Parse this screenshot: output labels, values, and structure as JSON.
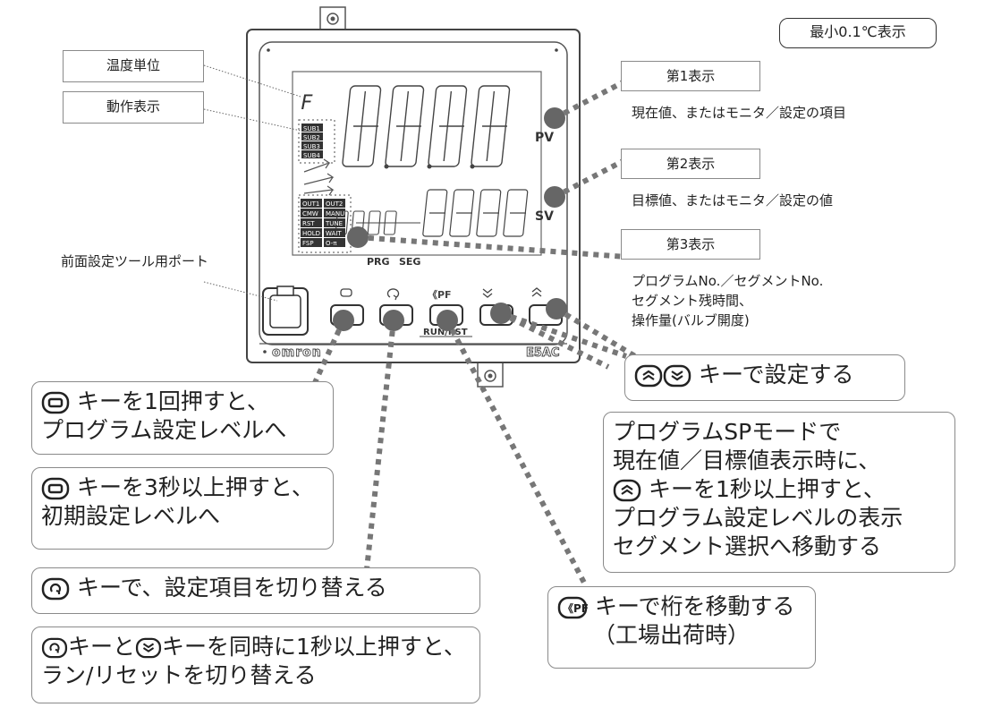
{
  "header_badge": "最小0.1℃表示",
  "label_temp_unit": "温度単位",
  "label_operation": "動作表示",
  "label_port": "前面設定ツール用ポート",
  "display_1": {
    "title": "第1表示",
    "desc": "現在値、またはモニタ／設定の項目"
  },
  "display_2": {
    "title": "第2表示",
    "desc": "目標値、またはモニタ／設定の値"
  },
  "display_3": {
    "title": "第3表示",
    "desc_lines": [
      "プログラムNo.／セグメントNo.",
      "セグメント残時間、",
      "操作量(バルブ開度)"
    ]
  },
  "device": {
    "brand": "omron",
    "model": "E5AC",
    "pv_label": "PV",
    "sv_label": "SV",
    "prg_label": "PRG",
    "seg_label": "SEG",
    "run_rst_label": "RUN/RST",
    "unit_glyph": "F",
    "sub_indicators": [
      "SUB1",
      "SUB2",
      "SUB3",
      "SUB4"
    ],
    "out_indicators": [
      [
        "OUT1",
        "OUT2"
      ],
      [
        "CMW",
        "MANU"
      ],
      [
        "RST",
        "TUNE"
      ],
      [
        "HOLD",
        "WAIT"
      ],
      [
        "FSP",
        "O-π"
      ]
    ],
    "pf_key_label": "PF"
  },
  "callouts": {
    "mode_key_1": {
      "text_lines": [
        "キーを1回押すと、",
        "プログラム設定レベルへ"
      ]
    },
    "mode_key_3": {
      "text_lines": [
        "キーを3秒以上押すと、",
        "初期設定レベルへ"
      ]
    },
    "cycle_key": {
      "text": "キーで、設定項目を切り替える"
    },
    "cycle_down": {
      "text_lines": [
        "キーと",
        "キーを同時に1秒以上押すと、",
        "ラン/リセットを切り替える"
      ]
    },
    "pf_key": {
      "text_lines": [
        "キーで桁を移動する",
        "（工場出荷時）"
      ]
    },
    "updown": {
      "text": "キーで設定する"
    },
    "program_sp": {
      "text_lines": [
        "プログラムSPモードで",
        "現在値／目標値表示時に、",
        "キーを1秒以上押すと、",
        "プログラム設定レベルの表示",
        "セグメント選択へ移動する"
      ]
    }
  }
}
